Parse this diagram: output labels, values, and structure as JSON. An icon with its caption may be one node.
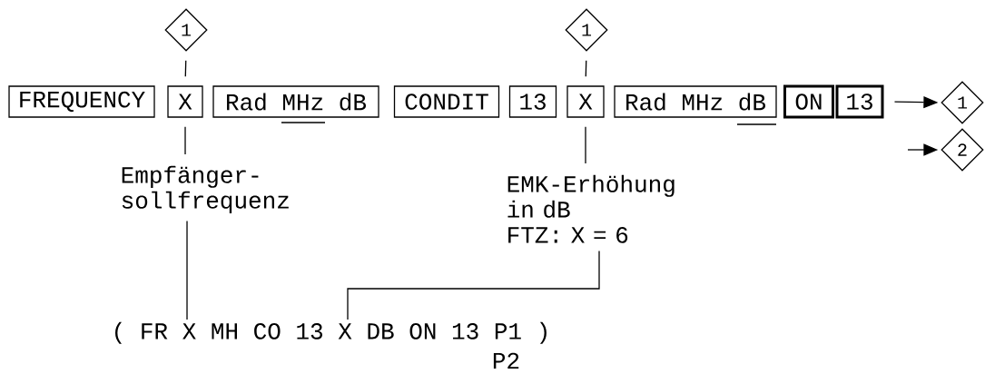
{
  "diagram": {
    "nodes": [
      {
        "text": [
          "1"
        ]
      },
      {
        "text": [
          "FREQUENCY"
        ]
      },
      {
        "text": [
          "X"
        ]
      },
      {
        "text": [
          "Rad MHz dB"
        ]
      },
      {
        "text": [
          "CONDIT"
        ]
      },
      {
        "text": [
          "13"
        ]
      },
      {
        "text": [
          "X"
        ]
      },
      {
        "text": [
          "Rad MHz dB"
        ]
      },
      {
        "text": [
          "ON"
        ]
      },
      {
        "text": [
          "13"
        ]
      },
      {
        "text": [
          "1"
        ]
      },
      {
        "text": [
          "1"
        ]
      },
      {
        "text": [
          "2"
        ]
      },
      {
        "text": [
          "Empfänger- sollfrequenz"
        ]
      },
      {
        "text": [
          "EMK-Erhöhung in dB",
          "FTZ: X = 6"
        ]
      },
      {
        "text": [
          "( FR X MH CO 13 X DB ON 13 P1 )"
        ]
      }
    ],
    "edges": [
      {
        "from": 0,
        "to": 2,
        "arrow": "none"
      },
      {
        "from": 2,
        "to": 13,
        "arrow": "none"
      },
      {
        "from": 13,
        "to": 15,
        "arrow": "none"
      },
      {
        "from": 10,
        "to": 6,
        "arrow": "none"
      },
      {
        "from": 6,
        "to": 14,
        "arrow": "none"
      },
      {
        "from": 14,
        "to": 15,
        "arrow": "none"
      },
      {
        "from": 9,
        "to": 11,
        "arrow": "to"
      },
      {
        "from": null,
        "to": 12,
        "arrow": "to"
      }
    ],
    "labels": [
      "P2"
    ]
  }
}
